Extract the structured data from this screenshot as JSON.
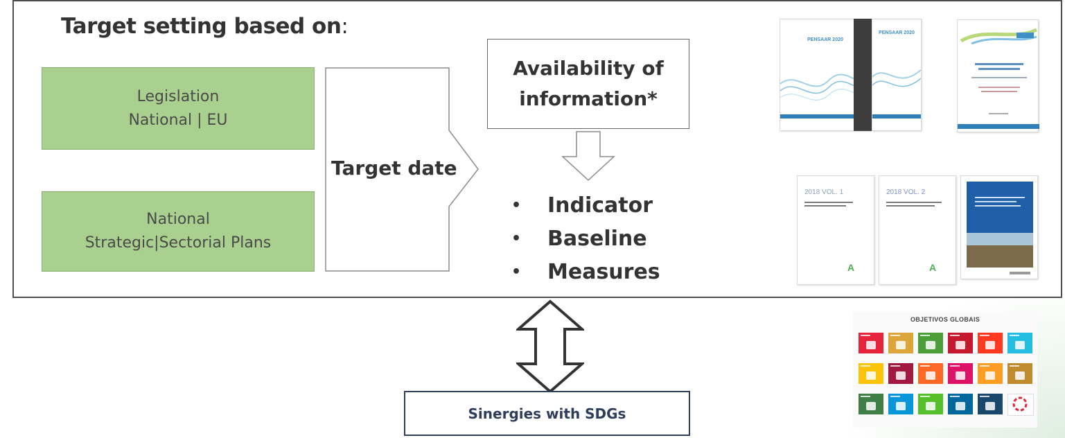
{
  "heading": {
    "text": "Target setting based on",
    "colon": ":"
  },
  "sources": {
    "legislation": {
      "line1": "Legislation",
      "line2": "National | EU"
    },
    "plans": {
      "line1": "National",
      "line2": "Strategic|Sectorial Plans"
    }
  },
  "target_date": "Target date",
  "availability": {
    "line1": "Availability of",
    "line2": "information*"
  },
  "bullets": [
    "Indicator",
    "Baseline",
    "Measures"
  ],
  "bullet_glyph": "•",
  "sinergies": "Sinergies with SDGs",
  "documents": {
    "pensaar_left": "PENSAAR 2020",
    "pensaar_right": "PENSAAR 2020",
    "vol1": "2018 VOL. 1",
    "vol2": "2018 VOL. 2"
  },
  "sdg_poster": {
    "title": "OBJETIVOS GLOBAIS"
  },
  "colors": {
    "green_box": "#a9d08e",
    "frame": "#4d4d4d",
    "sdg_box_border": "#2f3d5c",
    "sdg_tiles": [
      "#e5243b",
      "#dda63a",
      "#4c9f38",
      "#c5192d",
      "#ff3a21",
      "#26bde2",
      "#fcc30b",
      "#a21942",
      "#fd6925",
      "#dd1367",
      "#fd9d24",
      "#bf8b2e",
      "#3f7e44",
      "#0a97d9",
      "#56c02b",
      "#00689d",
      "#19486a",
      "#ffffff"
    ]
  }
}
